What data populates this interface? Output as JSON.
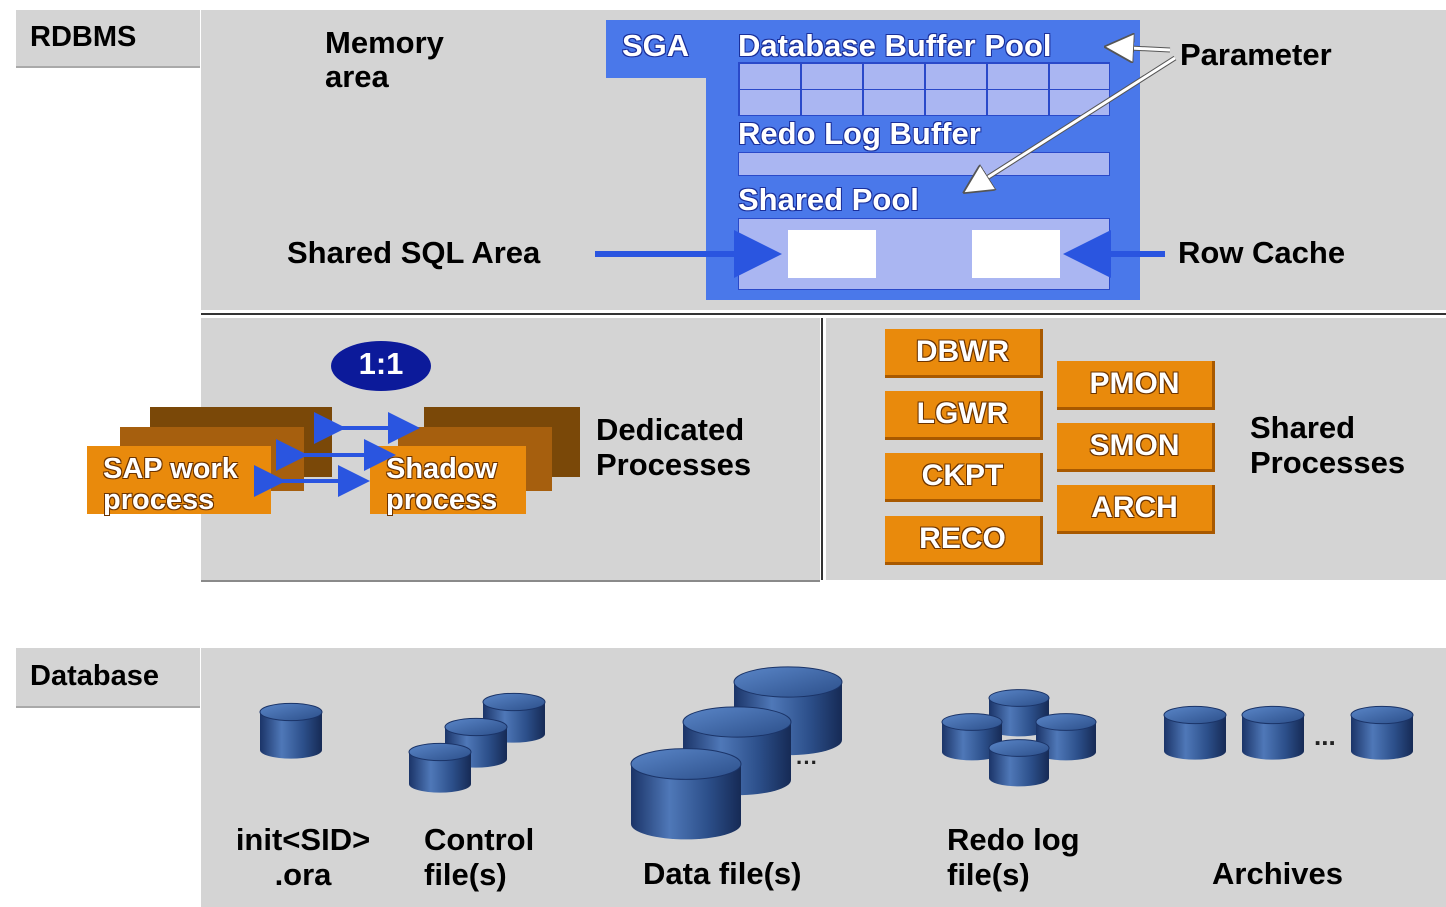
{
  "rdbms": {
    "tab_label": "RDBMS",
    "memory_area_label": "Memory\narea",
    "sga": {
      "label": "SGA",
      "buffer_pool_label": "Database Buffer Pool",
      "redo_buffer_label": "Redo Log Buffer",
      "shared_pool_label": "Shared Pool"
    },
    "parameter_label": "Parameter",
    "shared_sql_label": "Shared SQL Area",
    "row_cache_label": "Row Cache",
    "dedicated": {
      "ratio_label": "1:1",
      "sap_work_label": "SAP work\nprocess",
      "shadow_label": "Shadow\nprocess",
      "title": "Dedicated\nProcesses"
    },
    "shared": {
      "left_column": [
        "DBWR",
        "LGWR",
        "CKPT",
        "RECO"
      ],
      "right_column": [
        "PMON",
        "SMON",
        "ARCH"
      ],
      "title": "Shared\nProcesses"
    }
  },
  "database": {
    "tab_label": "Database",
    "files": [
      {
        "label": "init<SID>\n.ora",
        "icon": "single-cylinder-icon"
      },
      {
        "label": "Control\nfile(s)",
        "icon": "cylinder-stack-icon"
      },
      {
        "label": "Data file(s)",
        "icon": "large-cylinders-icon"
      },
      {
        "label": "Redo log\nfile(s)",
        "icon": "cylinder-cluster-icon"
      },
      {
        "label": "Archives",
        "icon": "cylinder-row-icon"
      }
    ]
  },
  "colors": {
    "panel": "#d4d4d4",
    "sga_blue": "#4a78ea",
    "process_orange": "#e98a0c",
    "arrow_blue": "#2a55e0",
    "ellipse_navy": "#0c1a9a",
    "cylinder_blue": "#2c4f8a"
  }
}
